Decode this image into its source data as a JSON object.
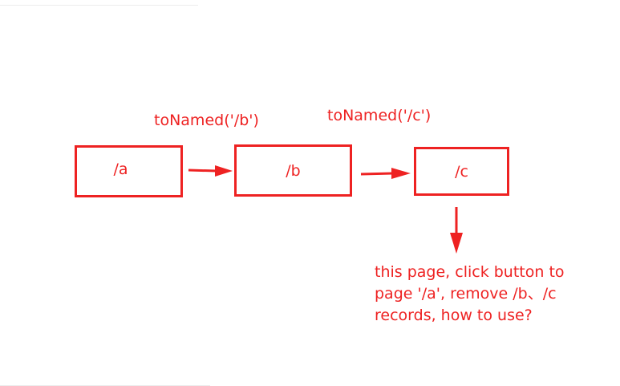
{
  "diagram": {
    "routes": [
      {
        "label": "/a"
      },
      {
        "label": "/b"
      },
      {
        "label": "/c"
      }
    ],
    "transitions": [
      {
        "label": "toNamed('/b')"
      },
      {
        "label": "toNamed('/c')"
      }
    ],
    "note_lines": [
      "this page, click button to",
      "page '/a', remove /b、/c",
      "records, how to use?"
    ],
    "colors": {
      "accent": "#ee2222"
    }
  }
}
